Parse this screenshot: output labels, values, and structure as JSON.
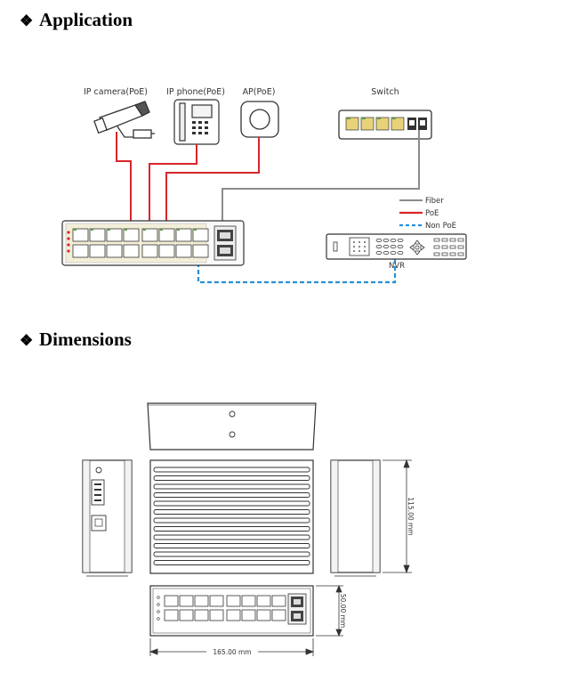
{
  "sections": {
    "application": {
      "title": "Application"
    },
    "dimensions": {
      "title": "Dimensions"
    }
  },
  "application": {
    "devices": {
      "ip_camera": "IP camera(PoE)",
      "ip_phone": "IP phone(PoE)",
      "ap": "AP(PoE)",
      "switch": "Switch",
      "nvr": "NVR"
    },
    "legend": {
      "fiber": "Fiber",
      "poe": "PoE",
      "non_poe": "Non PoE"
    },
    "colors": {
      "fiber": "#8c8c8c",
      "poe": "#d7262b",
      "non_poe": "#2a8fd6"
    }
  },
  "dimensions": {
    "width_label": "165.00 mm",
    "depth_label": "115.00 mm",
    "height_label": "50.00 mm"
  },
  "icons": {
    "bullet": "diamond-bullet-icon"
  }
}
